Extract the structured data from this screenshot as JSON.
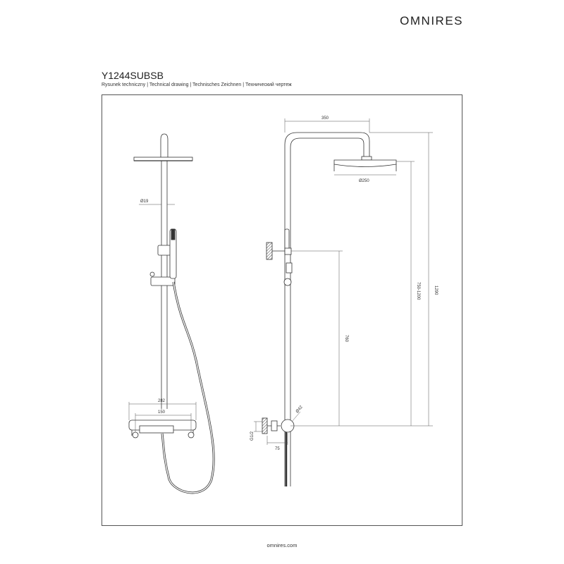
{
  "header": {
    "brand": "OMNIRES",
    "model": "Y1244SUBSB",
    "subtitle": "Rysunek techniczny | Technical drawing | Technisches Zeichnen | Технический чертеж"
  },
  "drawing": {
    "front_view": {
      "dimensions": {
        "pipe_diameter": "Ø19",
        "mixer_width": "282",
        "mixer_spacing": "150"
      }
    },
    "side_view": {
      "dimensions": {
        "arm_length": "350",
        "head_diameter": "Ø250",
        "total_height": "1290",
        "height_range": "750-1200",
        "slider_height": "760",
        "connector_diameter": "Ø42",
        "thread": "G1/2",
        "wall_offset": "75"
      }
    }
  },
  "footer": {
    "website": "omnires.com"
  }
}
